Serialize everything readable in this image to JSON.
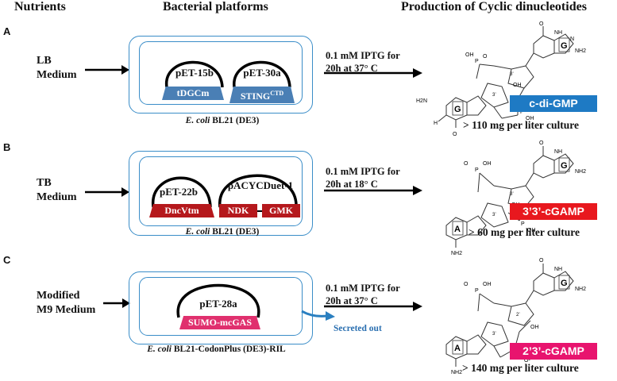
{
  "headers": {
    "nutrients": "Nutrients",
    "platforms": "Bacterial platforms",
    "production": "Production of Cyclic dinucleotides"
  },
  "panels": [
    {
      "letter": "A",
      "medium": [
        "LB",
        "Medium"
      ],
      "condition": [
        "0.1 mM IPTG for",
        "20h at 37° C"
      ],
      "plasmids": [
        {
          "name": "pET-15b",
          "genes": [
            "tDGCm"
          ]
        },
        {
          "name": "pET-30a",
          "genes": [
            "STING",
            "CTD"
          ]
        }
      ],
      "strain": [
        "E. coli",
        " BL21 (DE3)"
      ],
      "product": "c-di-GMP",
      "product_color": "#1e7ac4",
      "yield": "> 110 mg per liter culture",
      "bases": [
        "G",
        "G"
      ]
    },
    {
      "letter": "B",
      "medium": [
        "TB",
        "Medium"
      ],
      "condition": [
        "0.1 mM IPTG for",
        "20h at 18° C"
      ],
      "plasmids": [
        {
          "name": "pET-22b",
          "genes": [
            "DncVtm"
          ]
        },
        {
          "name": "pACYCDuet-1",
          "genes": [
            "NDK",
            "GMK"
          ]
        }
      ],
      "strain": [
        "E. coli",
        " BL21 (DE3)"
      ],
      "product": "3’3’-cGAMP",
      "product_color": "#e8181e",
      "yield": "> 60 mg per liter culture",
      "bases": [
        "G",
        "A"
      ]
    },
    {
      "letter": "C",
      "medium": [
        "Modified",
        "M9 Medium"
      ],
      "condition": [
        "0.1 mM IPTG for",
        "20h at 37° C"
      ],
      "plasmids": [
        {
          "name": "pET-28a",
          "genes": [
            "SUMO-mcGAS"
          ]
        }
      ],
      "strain": [
        "E. coli",
        " BL21-CodonPlus (DE3)-RIL"
      ],
      "secreted": "Secreted out",
      "product": "2’3’-cGAMP",
      "product_color": "#e8146e",
      "yield": "> 140 mg per liter culture",
      "bases": [
        "G",
        "A"
      ]
    }
  ],
  "chem": {
    "o": "O",
    "oh": "OH",
    "p": "P",
    "nh2": "NH2",
    "h2n": "H2N",
    "nh": "NH",
    "n": "N",
    "h": "H",
    "o_minus": "O-",
    "p3": "3’",
    "p2": "2’"
  }
}
